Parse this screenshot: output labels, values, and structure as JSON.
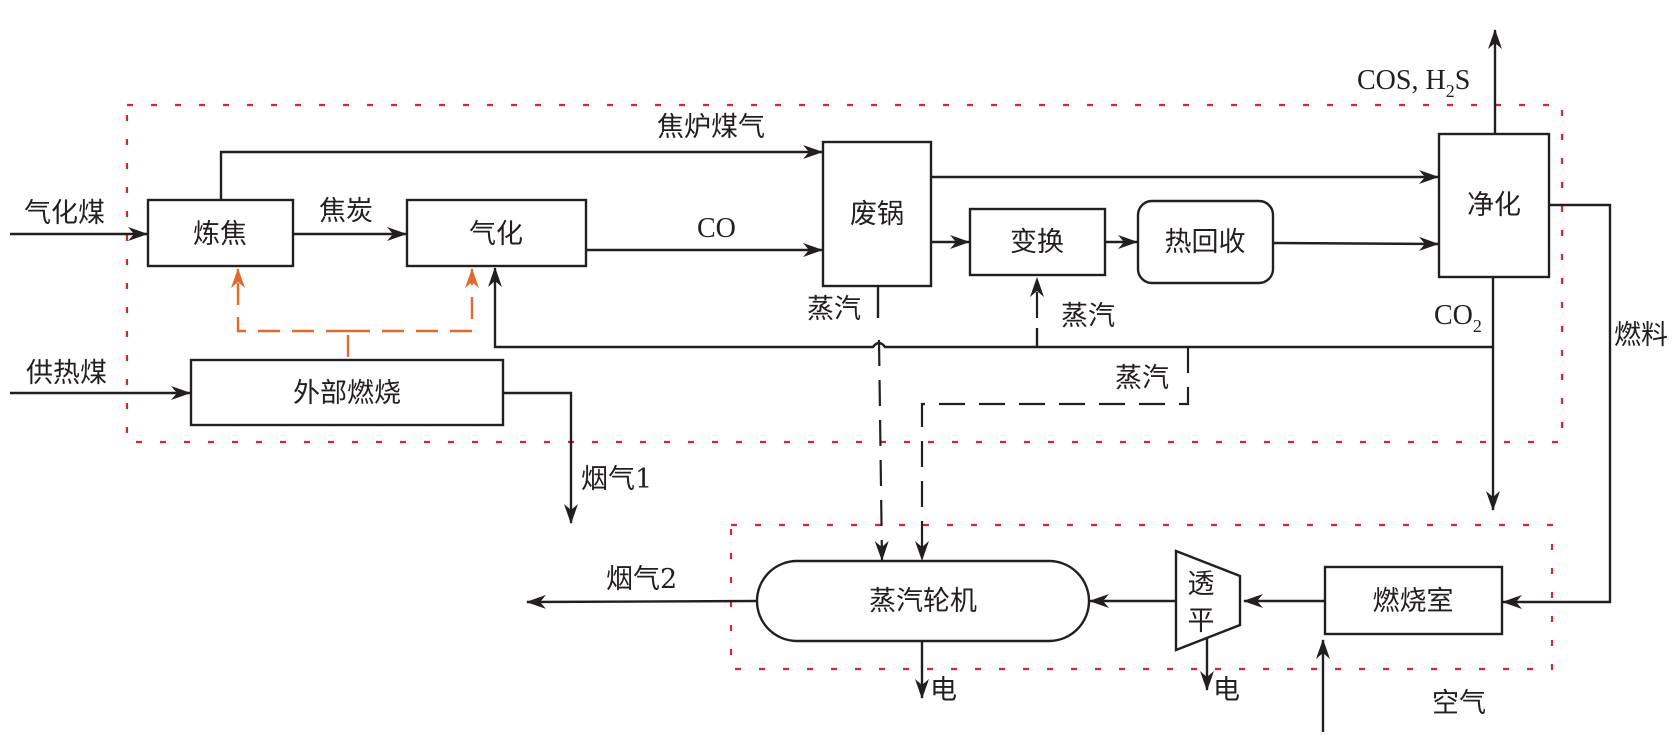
{
  "diagram": {
    "type": "process-flow",
    "colors": {
      "line": "#231f20",
      "region_border": "#d9232d",
      "heat_supply": "#e06b2d"
    },
    "units": {
      "coking": "炼焦",
      "gasification": "气化",
      "external_combustion": "外部燃烧",
      "waste_boiler": "废锅",
      "shift": "变换",
      "heat_recovery": "热回收",
      "purification": "净化",
      "steam_turbine": "蒸汽轮机",
      "gas_turbine_line1": "透",
      "gas_turbine_line2": "平",
      "combustor": "燃烧室"
    },
    "streams": {
      "gasification_coal": "气化煤",
      "heating_coal": "供热煤",
      "char": "焦炭",
      "coke_oven_gas": "焦炉煤气",
      "co": "CO",
      "steam_waste_boiler": "蒸汽",
      "steam_shift": "蒸汽",
      "steam_return": "蒸汽",
      "flue_gas_1": "烟气1",
      "flue_gas_2": "烟气2",
      "cos_h2s_main": "COS, H",
      "cos_h2s_sub": "2",
      "cos_h2s_tail": "S",
      "co2_main": "CO",
      "co2_sub": "2",
      "fuel": "燃料",
      "electricity_steam_turbine": "电",
      "electricity_gas_turbine": "电",
      "air": "空气"
    },
    "flows": [
      {
        "from": "gasification_coal_input",
        "to": "coking"
      },
      {
        "from": "coking",
        "to": "gasification",
        "label": "焦炭"
      },
      {
        "from": "coking",
        "to": "waste_boiler",
        "label": "焦炉煤气"
      },
      {
        "from": "gasification",
        "to": "waste_boiler",
        "label": "CO"
      },
      {
        "from": "waste_boiler",
        "to": "purification"
      },
      {
        "from": "waste_boiler",
        "to": "shift"
      },
      {
        "from": "shift",
        "to": "heat_recovery"
      },
      {
        "from": "heat_recovery",
        "to": "purification"
      },
      {
        "from": "purification",
        "to": "cos_h2s_output"
      },
      {
        "from": "purification",
        "to": "gasification",
        "label": "CO2"
      },
      {
        "from": "purification",
        "to": "combustor",
        "label": "燃料"
      },
      {
        "from": "heating_coal_input",
        "to": "external_combustion"
      },
      {
        "from": "external_combustion",
        "to": "coking",
        "style": "heat-dashed"
      },
      {
        "from": "external_combustion",
        "to": "gasification",
        "style": "heat-dashed"
      },
      {
        "from": "external_combustion",
        "to": "flue_gas_1_output"
      },
      {
        "from": "waste_boiler",
        "to": "steam_turbine",
        "label": "蒸汽",
        "style": "dashed"
      },
      {
        "from": "steam_header",
        "to": "shift",
        "label": "蒸汽",
        "style": "dashed"
      },
      {
        "from": "steam_header",
        "to": "steam_turbine",
        "label": "蒸汽",
        "style": "dashed"
      },
      {
        "from": "air_input",
        "to": "combustor"
      },
      {
        "from": "combustor",
        "to": "gas_turbine"
      },
      {
        "from": "gas_turbine",
        "to": "steam_turbine"
      },
      {
        "from": "gas_turbine",
        "to": "electricity_output"
      },
      {
        "from": "steam_turbine",
        "to": "electricity_output"
      },
      {
        "from": "steam_turbine",
        "to": "flue_gas_2_output"
      }
    ]
  }
}
